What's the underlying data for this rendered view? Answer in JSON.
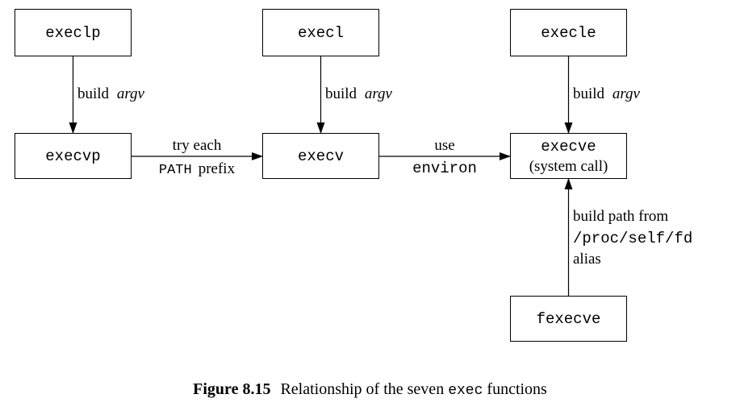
{
  "nodes": {
    "execlp": "execlp",
    "execl": "execl",
    "execle": "execle",
    "execvp": "execvp",
    "execv": "execv",
    "execve": "execve",
    "execve_sub": "(system call)",
    "fexecve": "fexecve"
  },
  "edges": {
    "build": "build",
    "argv": "argv",
    "try_each": "try each",
    "path_word": "PATH",
    "prefix_word": "prefix",
    "use": "use",
    "environ": "environ",
    "path_from_line1": "build path from",
    "path_from_line2": "/proc/self/fd",
    "path_from_line3": "alias"
  },
  "caption": {
    "figure_number": "Figure 8.15",
    "text_before": "Relationship of the seven",
    "code": "exec",
    "text_after": "functions"
  }
}
